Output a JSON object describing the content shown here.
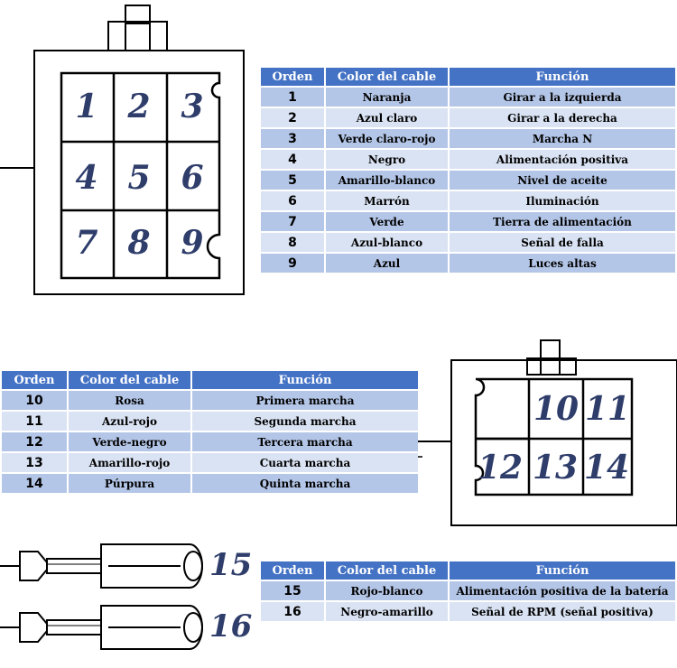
{
  "headers": {
    "orden": "Orden",
    "color": "Color del cable",
    "funcion": "Función"
  },
  "connector9": {
    "pin_labels": [
      "1",
      "2",
      "3",
      "4",
      "5",
      "6",
      "7",
      "8",
      "9"
    ],
    "rows": [
      {
        "orden": "1",
        "color": "Naranja",
        "funcion": "Girar a la izquierda"
      },
      {
        "orden": "2",
        "color": "Azul claro",
        "funcion": "Girar a la derecha"
      },
      {
        "orden": "3",
        "color": "Verde claro-rojo",
        "funcion": "Marcha N"
      },
      {
        "orden": "4",
        "color": "Negro",
        "funcion": "Alimentación positiva"
      },
      {
        "orden": "5",
        "color": "Amarillo-blanco",
        "funcion": "Nivel de aceite"
      },
      {
        "orden": "6",
        "color": "Marrón",
        "funcion": "Iluminación"
      },
      {
        "orden": "7",
        "color": "Verde",
        "funcion": "Tierra de alimentación"
      },
      {
        "orden": "8",
        "color": "Azul-blanco",
        "funcion": "Señal de falla"
      },
      {
        "orden": "9",
        "color": "Azul",
        "funcion": "Luces altas"
      }
    ]
  },
  "connector5": {
    "pin_labels": [
      "10",
      "11",
      "12",
      "13",
      "14"
    ],
    "rows": [
      {
        "orden": "10",
        "color": "Rosa",
        "funcion": "Primera marcha"
      },
      {
        "orden": "11",
        "color": "Azul-rojo",
        "funcion": "Segunda marcha"
      },
      {
        "orden": "12",
        "color": "Verde-negro",
        "funcion": "Tercera marcha"
      },
      {
        "orden": "13",
        "color": "Amarillo-rojo",
        "funcion": "Cuarta marcha"
      },
      {
        "orden": "14",
        "color": "Púrpura",
        "funcion": "Quinta marcha"
      }
    ]
  },
  "bullets": {
    "pin_labels": [
      "15",
      "16"
    ],
    "rows": [
      {
        "orden": "15",
        "color": "Rojo-blanco",
        "funcion": "Alimentación positiva de la batería"
      },
      {
        "orden": "16",
        "color": "Negro-amarillo",
        "funcion": "Señal de RPM (señal positiva)"
      }
    ]
  },
  "colors": {
    "header": "#4472c4",
    "row_dark": "#b4c6e7",
    "row_light": "#dae3f3",
    "pin_text": "#2f3d6b"
  }
}
